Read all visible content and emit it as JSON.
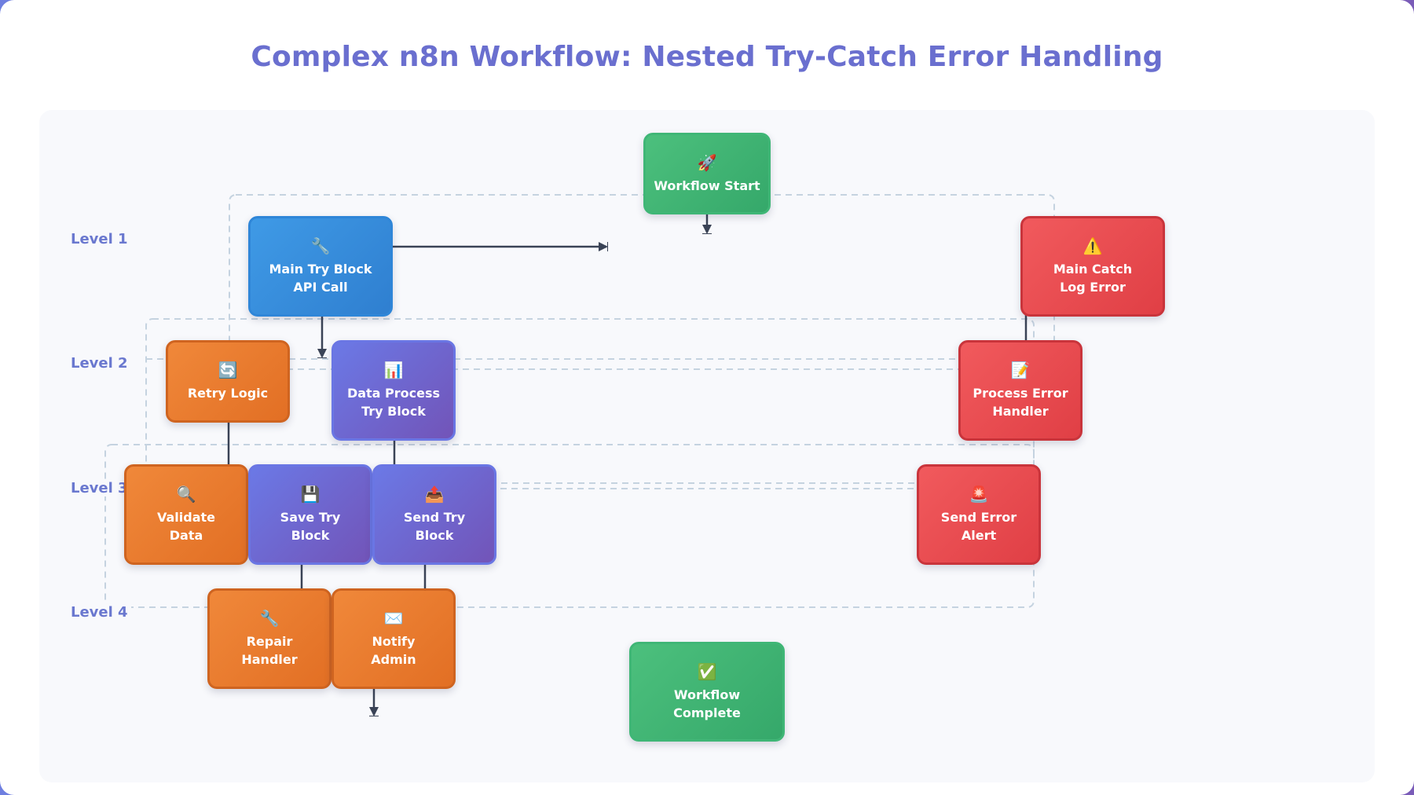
{
  "diagram": {
    "title": "Complex n8n Workflow: Nested Try-Catch Error Handling",
    "levels": [
      "Level 1",
      "Level 2",
      "Level 3",
      "Level 4"
    ],
    "nodes": {
      "workflow_start": {
        "icon": "🚀",
        "label": "Workflow Start"
      },
      "main_try": {
        "icon": "🔧",
        "label": "Main Try Block\nAPI Call"
      },
      "main_catch": {
        "icon": "⚠️",
        "label": "Main Catch\nLog Error"
      },
      "retry_logic": {
        "icon": "🔄",
        "label": "Retry Logic"
      },
      "data_process_try": {
        "icon": "📊",
        "label": "Data Process\nTry Block"
      },
      "process_error_handler": {
        "icon": "📝",
        "label": "Process Error\nHandler"
      },
      "validate_data": {
        "icon": "🔍",
        "label": "Validate\nData"
      },
      "save_try": {
        "icon": "💾",
        "label": "Save Try\nBlock"
      },
      "send_try": {
        "icon": "📤",
        "label": "Send Try\nBlock"
      },
      "send_error_alert": {
        "icon": "🚨",
        "label": "Send Error\nAlert"
      },
      "repair_handler": {
        "icon": "🔧",
        "label": "Repair\nHandler"
      },
      "notify_admin": {
        "icon": "✉️",
        "label": "Notify\nAdmin"
      },
      "workflow_complete": {
        "icon": "✅",
        "label": "Workflow\nComplete"
      }
    },
    "node_styles": {
      "start_end": "green",
      "main_try": "blue",
      "nested_try": "purple",
      "handler": "orange",
      "catch": "red"
    },
    "colors": {
      "title": "#6a6fcf",
      "level_label": "#6a78cf",
      "connector": "#3a4356",
      "group_border": "#c5d3e0",
      "green": "#3fb676",
      "blue": "#2f86d8",
      "orange": "#e26f24",
      "purple": "#6b79e6",
      "red": "#e03f45"
    }
  }
}
